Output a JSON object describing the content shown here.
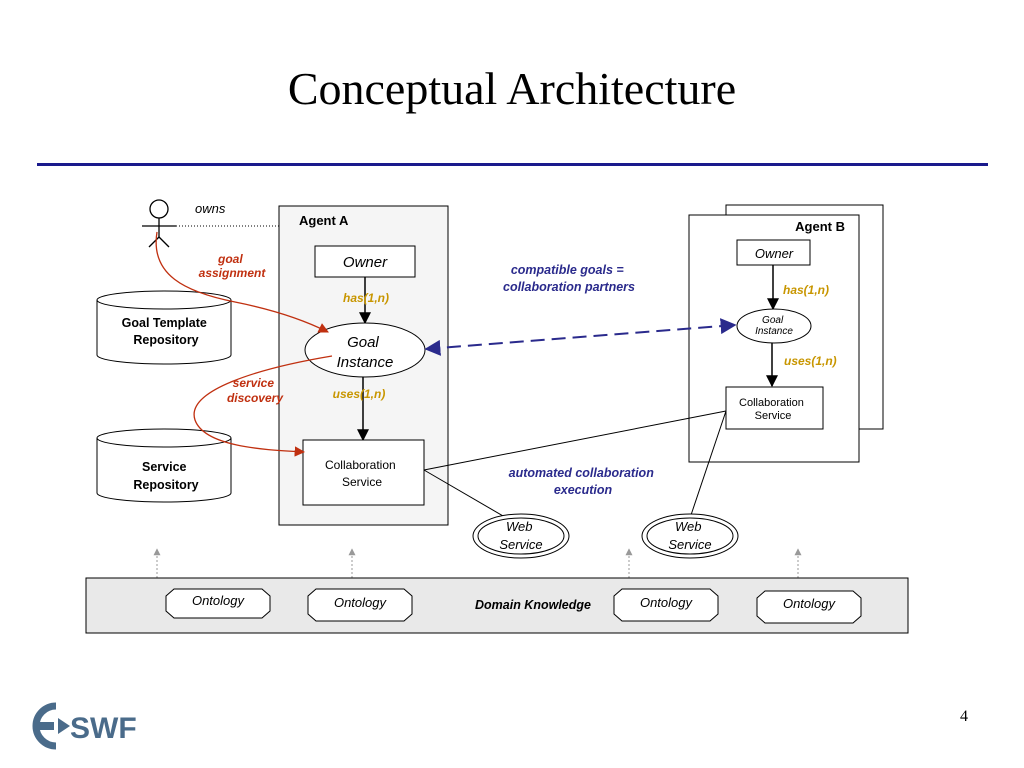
{
  "slide": {
    "title": "Conceptual Architecture",
    "page_number": "4"
  },
  "brand": {
    "logo_text": "SWF",
    "logo_color": "#4a6b8a"
  },
  "colors": {
    "title_rule": "#1a1a8c",
    "label_red": "#c03010",
    "label_gold": "#c89600",
    "label_blue": "#2a2a8c",
    "dashed_arrow": "#2a2a8c",
    "agent_box_fill": "#f5f5f5"
  },
  "diagram": {
    "actor": {
      "owns_label": "owns"
    },
    "agent_a": {
      "label": "Agent A",
      "owner": "Owner",
      "has_label": "has(1,n)",
      "goal_instance": [
        "Goal",
        "Instance"
      ],
      "uses_label": "uses(1,n)",
      "collaboration_service": [
        "Collaboration",
        "Service"
      ]
    },
    "agent_b": {
      "label": "Agent B",
      "owner": "Owner",
      "has_label": "has(1,n)",
      "goal_instance": [
        "Goal",
        "Instance"
      ],
      "uses_label": "uses(1,n)",
      "collaboration_service": [
        "Collaboration",
        "Service"
      ]
    },
    "goal_assignment": [
      "goal",
      "assignment"
    ],
    "service_discovery": [
      "service",
      "discovery"
    ],
    "goal_template_repository": [
      "Goal Template",
      "Repository"
    ],
    "service_repository": [
      "Service",
      "Repository"
    ],
    "compatible_goals": [
      "compatible goals =",
      "collaboration partners"
    ],
    "automated_collaboration": [
      "automated collaboration",
      "execution"
    ],
    "web_service_1": [
      "Web",
      "Service"
    ],
    "web_service_2": [
      "Web",
      "Service"
    ],
    "domain_knowledge": {
      "label": "Domain Knowledge",
      "ontologies": [
        "Ontology",
        "Ontology",
        "Ontology",
        "Ontology"
      ]
    }
  }
}
